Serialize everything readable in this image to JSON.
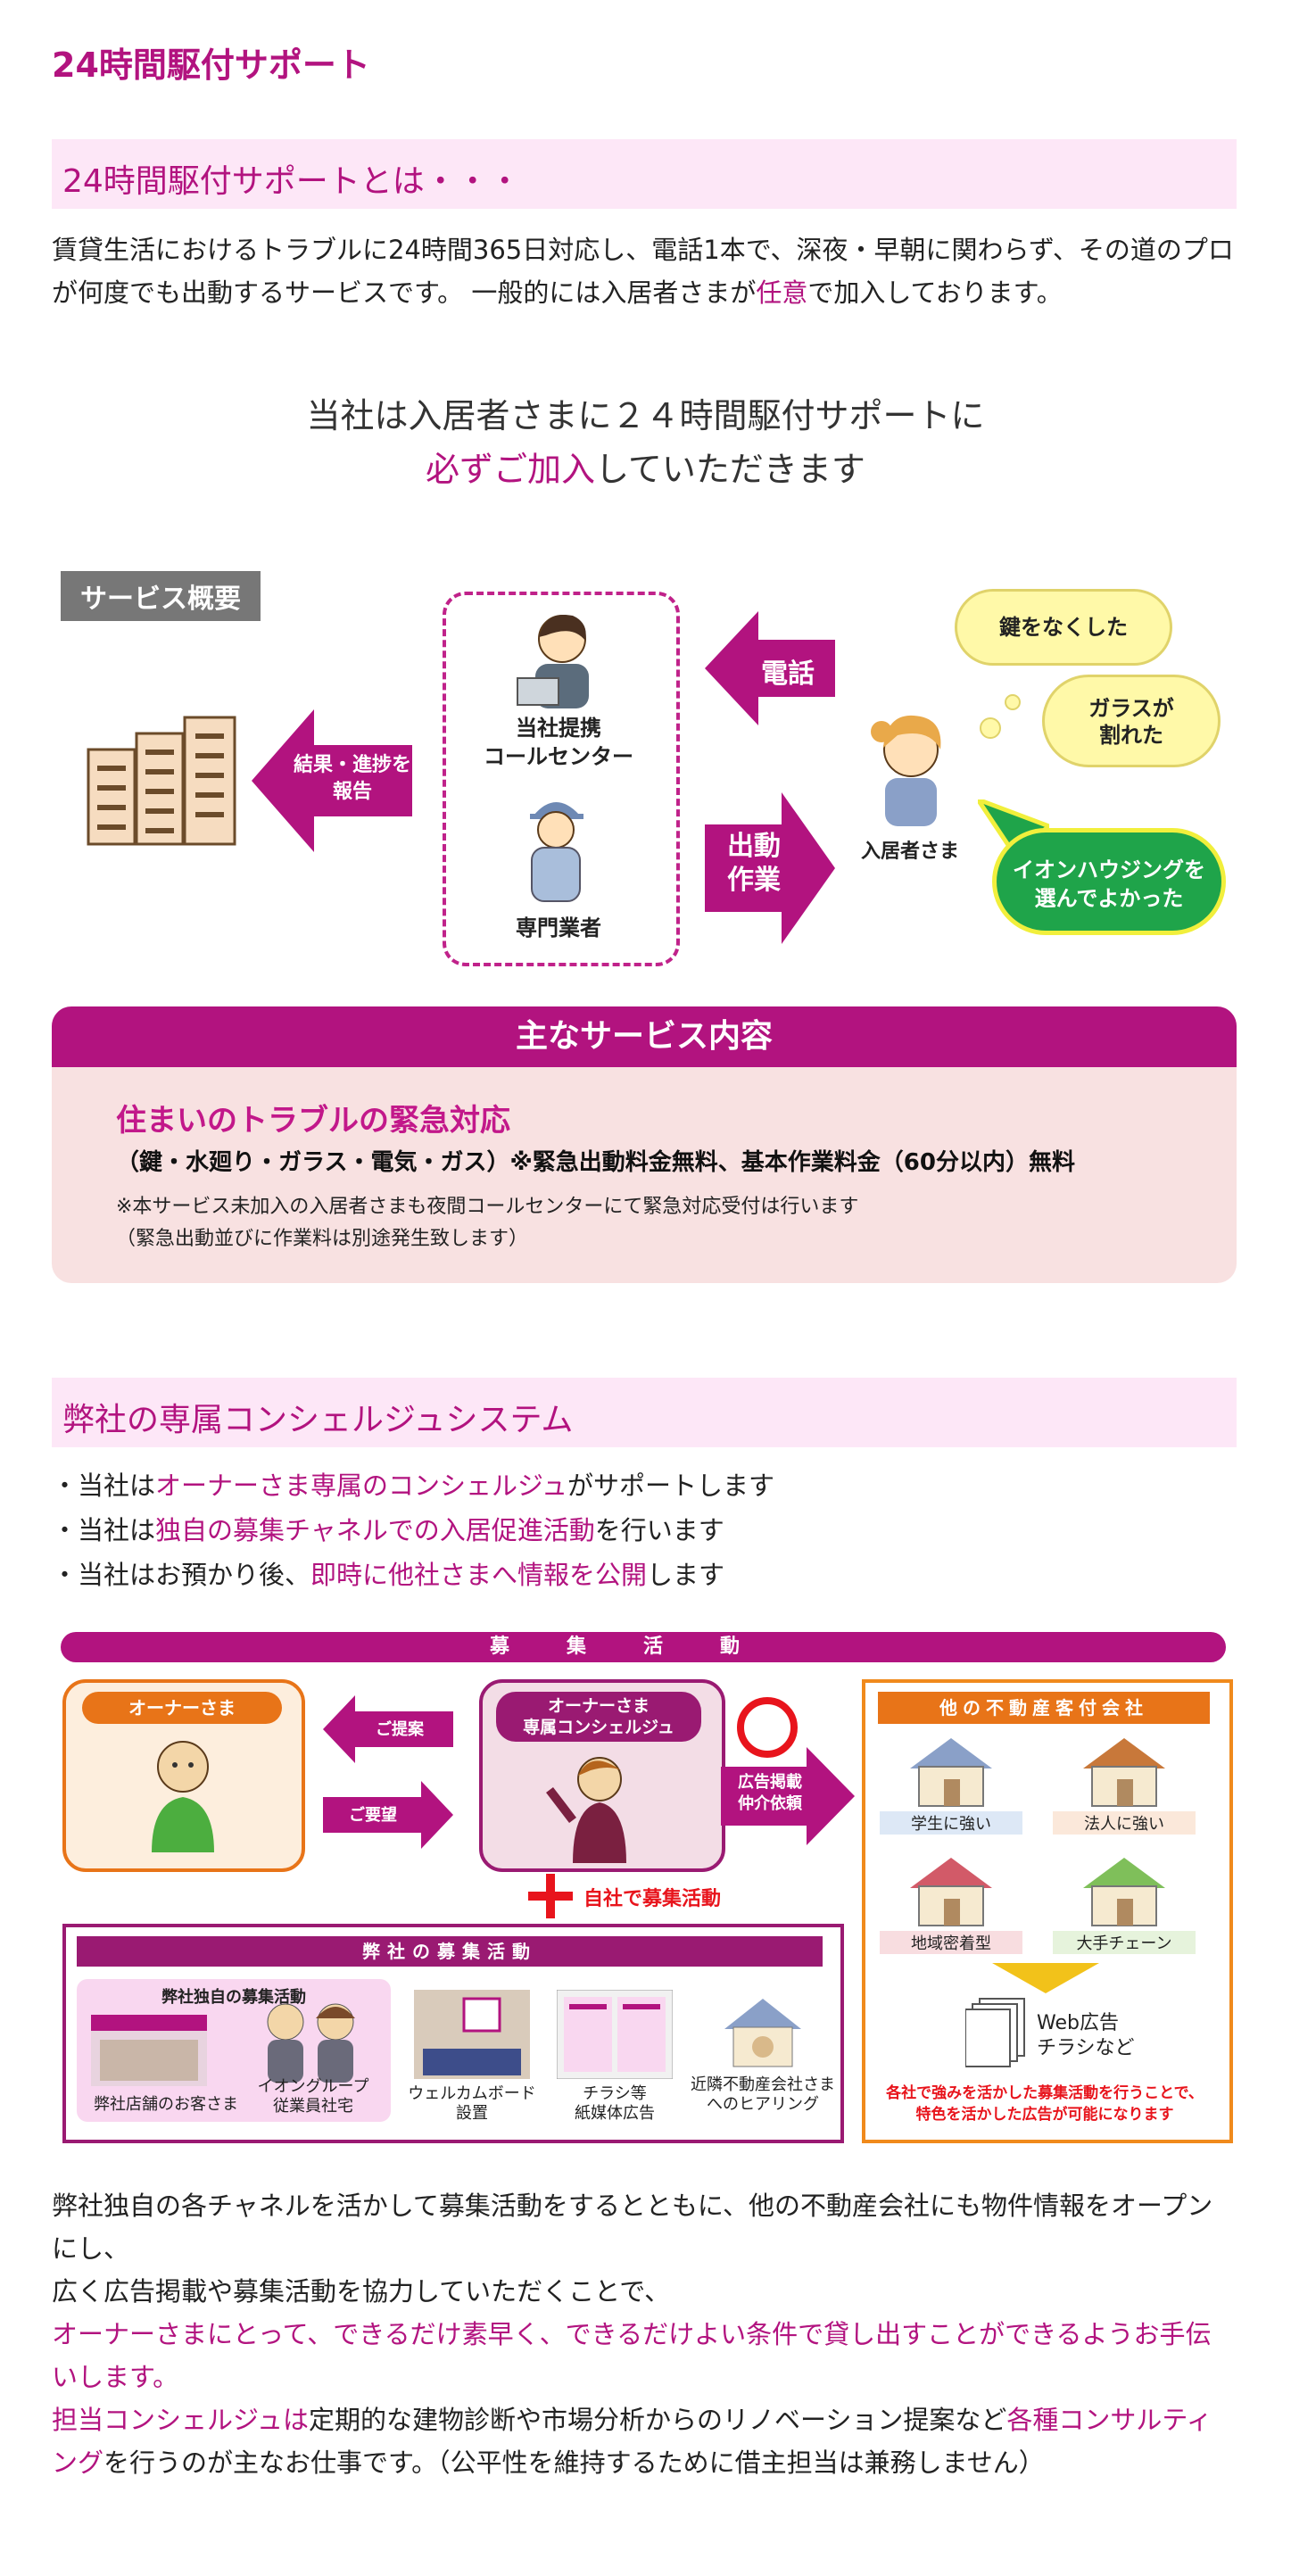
{
  "page_title": "24時間駆付サポート",
  "section1": {
    "title": "24時間駆付サポートとは・・・",
    "para_a": "賃貸生活におけるトラブルに24時間365日対応し、電話1本で、深夜・早朝に関わらず、その道のプロが何度でも出動するサービスです。 一般的には入居者さまが",
    "para_em": "任意",
    "para_b": "で加入しております。",
    "msg_line1": "当社は入居者さまに２４時間駆付サポートに",
    "msg_em": "必ずご加入",
    "msg_line2_rest": "していただきます"
  },
  "diagram1": {
    "tag": "サービス概要",
    "arrow_result": "結果・進捗を\n報告",
    "call_center": "当社提携\nコールセンター",
    "specialist": "専門業者",
    "arrow_phone": "電話",
    "arrow_dispatch": "出動\n作業",
    "resident": "入居者さま",
    "cloud1": "鍵をなくした",
    "cloud2": "ガラスが\n割れた",
    "bubble": "イオンハウジングを\n選んでよかった"
  },
  "main_service": {
    "header": "主なサービス内容",
    "title": "住まいのトラブルの緊急対応",
    "line1": "（鍵・水廻り・ガラス・電気・ガス）※緊急出動料金無料、基本作業料金（60分以内）無料",
    "note1": "※本サービス未加入の入居者さまも夜間コールセンターにて緊急対応受付は行います",
    "note2": "（緊急出動並びに作業料は別途発生致します）"
  },
  "section2": {
    "title": "弊社の専属コンシェルジュシステム",
    "bullets": [
      {
        "pre": "・当社は",
        "em": "オーナーさま専属のコンシェルジュ",
        "post": "がサポートします"
      },
      {
        "pre": "・当社は",
        "em": "独自の募集チャネルでの入居促進活動",
        "post": "を行います"
      },
      {
        "pre": "・当社はお預かり後、",
        "em": "即時に他社さまへ情報を公開",
        "post": "します"
      }
    ]
  },
  "diagram2": {
    "bar": "募集活動",
    "owner": "オーナーさま",
    "proposal": "ご提案",
    "request": "ご要望",
    "consul": "オーナーさま\n専属コンシェルジュ",
    "ad_request": "広告掲載\n仲介依頼",
    "self_recruit": "自社で募集活動",
    "other_title": "他の不動産客付会社",
    "houses": [
      "学生に強い",
      "法人に強い",
      "地域密着型",
      "大手チェーン"
    ],
    "web": "Web広告\nチラシなど",
    "other_note": "各社で強みを活かした募集活動を行うことで、\n特色を活かした広告が可能になります",
    "own_title": "弊社の募集活動",
    "own_sub": "弊社独自の募集活動",
    "store": "弊社店舗のお客さま",
    "employees": "イオングループ\n従業員社宅",
    "welcome": "ウェルカムボード\n設置",
    "flyer": "チラシ等\n紙媒体広告",
    "hearing": "近隣不動産会社さま\nへのヒアリング"
  },
  "closing": {
    "p1": "弊社独自の各チャネルを活かして募集活動をするとともに、他の不動産会社にも物件情報をオープンにし、",
    "p2": "広く広告掲載や募集活動を協力していただくことで、",
    "p3_em": "オーナーさまにとって、できるだけ素早く、できるだけよい条件で貸し出すことができるようお手伝いします。",
    "p4_em1": "担当コンシェルジュは",
    "p4_mid": "定期的な建物診断や市場分析からのリノベーション提案など",
    "p4_em2": "各種コンサルティング",
    "p4_end": "を行うのが主なお仕事です。（公平性を維持するために借主担当は兼務しません）"
  },
  "colors": {
    "accent": "#b2137f",
    "section_bg": "#fde7f7",
    "orange": "#e87418",
    "green": "#1fa44a"
  }
}
